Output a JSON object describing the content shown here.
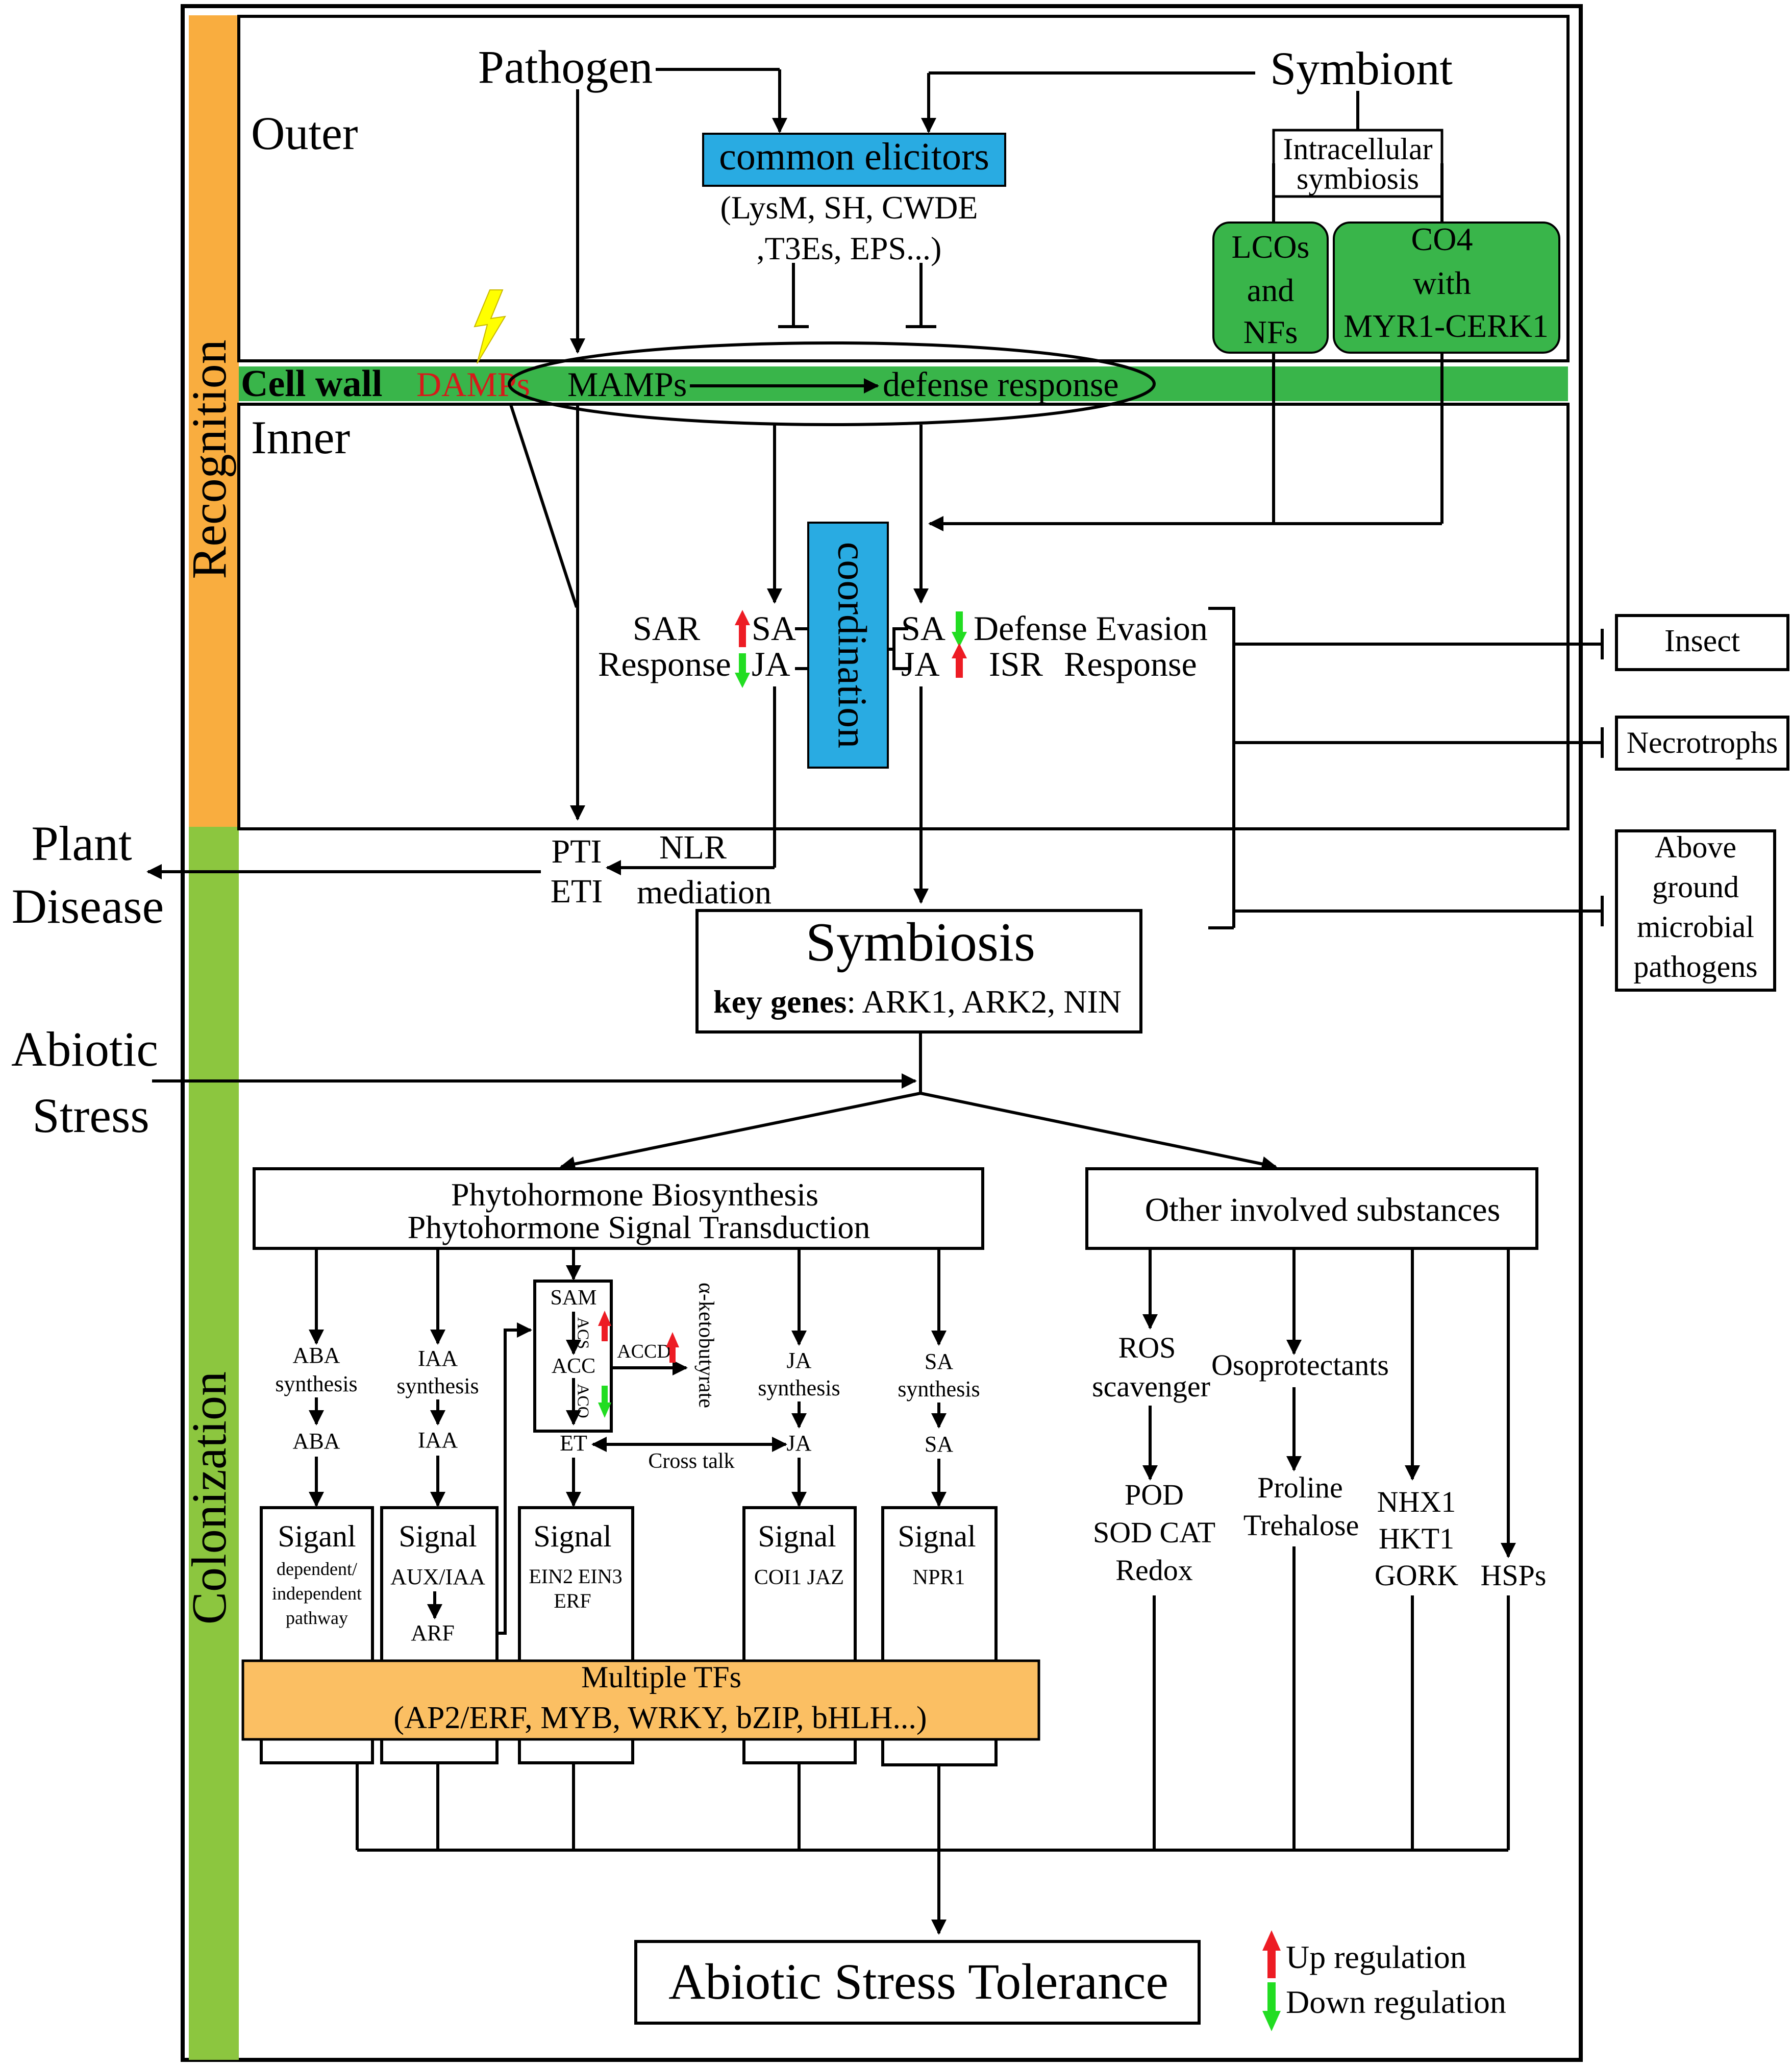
{
  "colors": {
    "recognition_band": "#f9ad3f",
    "colonization_band": "#8cc63f",
    "cell_wall": "#39b54a",
    "elicitor_box": "#29abe2",
    "green_box": "#39b54a",
    "tf_box": "#fbbf63",
    "damps_text": "#d61a1a",
    "lightning": "#ffff00",
    "up_arrow": "#ed1c24",
    "down_arrow": "#22dd22"
  },
  "bands": {
    "recognition": "Recognition",
    "colonization": "Colonization"
  },
  "outer": {
    "label": "Outer",
    "pathogen": "Pathogen",
    "symbiont": "Symbiont",
    "common_elicitors": "common elicitors",
    "elicitor_list_1": "(LysM, SH, CWDE",
    "elicitor_list_2": ",T3Es, EPS...)",
    "intracellular_1": "Intracellular",
    "intracellular_2": "symbiosis",
    "lcos_1": "LCOs",
    "lcos_2": "and",
    "lcos_3": "NFs",
    "co4_1": "CO4",
    "co4_2": "with",
    "co4_3": "MYR1-CERK1"
  },
  "cell_wall": {
    "label": "Cell wall",
    "damps": "DAMPs",
    "mamps": "MAMPs",
    "defense": "defense response"
  },
  "inner": {
    "label": "Inner",
    "sar": "SAR",
    "response": "Response",
    "sa_left": "SA",
    "ja_left": "JA",
    "coordination": "coordination",
    "sa_right": "SA",
    "ja_right": "JA",
    "defense_evasion": "Defense Evasion",
    "isr": "ISR",
    "isr_response": "Response"
  },
  "targets": {
    "insect": "Insect",
    "necrotrophs": "Necrotrophs",
    "above_1": "Above",
    "above_2": "ground",
    "above_3": "microbial",
    "above_4": "pathogens"
  },
  "disease": {
    "plant": "Plant",
    "disease": "Disease",
    "pti": "PTI",
    "eti": "ETI",
    "nlr": "NLR",
    "mediation": "mediation"
  },
  "symbiosis": {
    "title": "Symbiosis",
    "key_genes_label": "key genes",
    "key_genes": ": ARK1, ARK2, NIN"
  },
  "abiotic": {
    "line1": "Abiotic",
    "line2": "Stress"
  },
  "phyto": {
    "line1": "Phytohormone Biosynthesis",
    "line2": "Phytohormone Signal Transduction",
    "aba_synthesis_1": "ABA",
    "aba_synthesis_2": "synthesis",
    "aba": "ABA",
    "iaa_synthesis_1": "IAA",
    "iaa_synthesis_2": "synthesis",
    "iaa": "IAA",
    "sam": "SAM",
    "acs": "ACS",
    "acc": "ACC",
    "aco": "ACO",
    "et": "ET",
    "accd": "ACCD",
    "ketobutyrate": "α-ketobutyrate",
    "ja_synthesis_1": "JA",
    "ja_synthesis_2": "synthesis",
    "ja": "JA",
    "sa_synthesis_1": "SA",
    "sa_synthesis_2": "synthesis",
    "sa": "SA",
    "cross_talk": "Cross talk"
  },
  "signals": {
    "aba_title": "Siganl",
    "aba_1": "dependent/",
    "aba_2": "independent",
    "aba_3": "pathway",
    "iaa_title": "Signal",
    "iaa_1": "AUX/IAA",
    "iaa_2": "ARF",
    "et_title": "Signal",
    "et_1": "EIN2 EIN3",
    "et_2": "ERF",
    "ja_title": "Signal",
    "ja_1": "COI1  JAZ",
    "sa_title": "Signal",
    "sa_1": "NPR1"
  },
  "tfs": {
    "line1": "Multiple TFs",
    "line2": "(AP2/ERF, MYB, WRKY, bZIP, bHLH...)"
  },
  "other": {
    "title": "Other involved substances",
    "ros_1": "ROS",
    "ros_2": "scavenger",
    "osmo": "Osoprotectants",
    "pod": "POD",
    "sod": "SOD CAT",
    "redox": "Redox",
    "proline": "Proline",
    "trehalose": "Trehalose",
    "nhx1": "NHX1",
    "hkt1": "HKT1",
    "gork": "GORK",
    "hsps": "HSPs"
  },
  "tolerance": "Abiotic Stress Tolerance",
  "legend": {
    "up": "Up regulation",
    "down": "Down regulation"
  }
}
